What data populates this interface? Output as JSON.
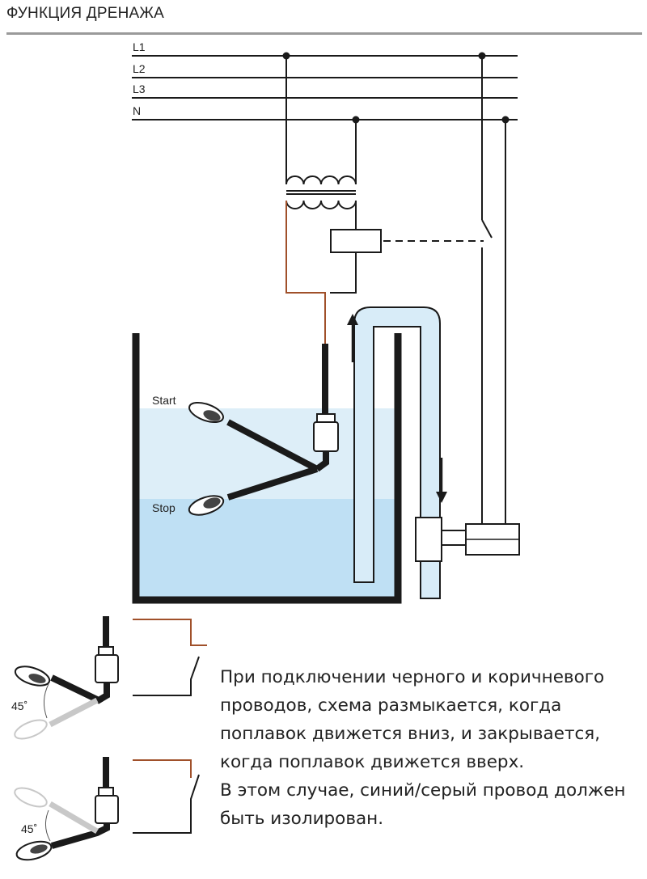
{
  "title": "ФУНКЦИЯ ДРЕНАЖА",
  "lines": {
    "l1": "L1",
    "l2": "L2",
    "l3": "L3",
    "n": "N"
  },
  "float_labels": {
    "start": "Start",
    "stop": "Stop"
  },
  "angle_label": "45˚",
  "description": [
    "При подключении черного и коричневого проводов, схема размыкается, когда поплавок движется вниз, и закрывается, когда поплавок движется вверх.",
    "В этом случае, синий/серый провод должен быть изолирован."
  ],
  "colors": {
    "wire": "#1a1a1a",
    "brown_wire": "#a0502a",
    "water_upper": "#ddeef8",
    "water_lower": "#bfe0f4",
    "pipe_fill": "#d8ecf8"
  }
}
